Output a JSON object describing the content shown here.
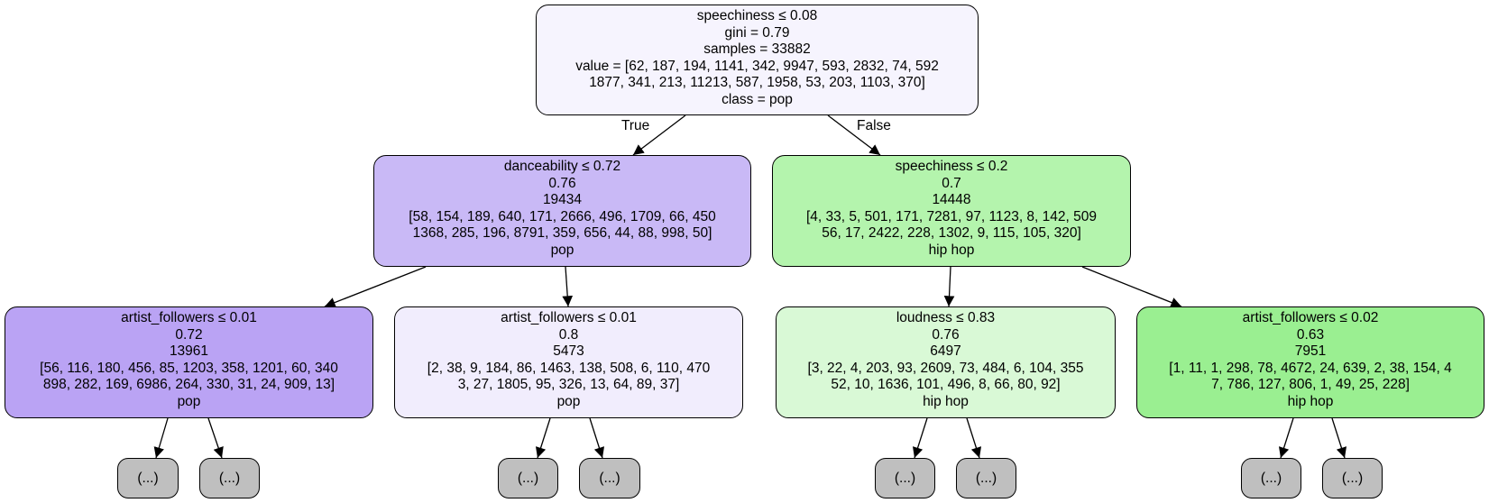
{
  "nodes": {
    "root": {
      "split": "speechiness ≤ 0.08",
      "gini": "gini = 0.79",
      "samples": "samples = 33882",
      "value1": "value = [62, 187, 194, 1141, 342, 9947, 593, 2832, 74, 592",
      "value2": "1877, 341, 213, 11213, 587, 1958, 53, 203, 1103, 370]",
      "cls": "class = pop",
      "color": "#f6f4fe"
    },
    "n1": {
      "split": "danceability ≤ 0.72",
      "gini": "0.76",
      "samples": "19434",
      "value1": "[58, 154, 189, 640, 171, 2666, 496, 1709, 66, 450",
      "value2": "1368, 285, 196, 8791, 359, 656, 44, 88, 998, 50]",
      "cls": "pop",
      "color": "#c9b9f6"
    },
    "n2": {
      "split": "speechiness ≤ 0.2",
      "gini": "0.7",
      "samples": "14448",
      "value1": "[4, 33, 5, 501, 171, 7281, 97, 1123, 8, 142, 509",
      "value2": "56, 17, 2422, 228, 1302, 9, 115, 105, 320]",
      "cls": "hip hop",
      "color": "#b4f4ad"
    },
    "n3": {
      "split": "artist_followers ≤ 0.01",
      "gini": "0.72",
      "samples": "13961",
      "value1": "[56, 116, 180, 456, 85, 1203, 358, 1201, 60, 340",
      "value2": "898, 282, 169, 6986, 264, 330, 31, 24, 909, 13]",
      "cls": "pop",
      "color": "#baa3f4"
    },
    "n4": {
      "split": "artist_followers ≤ 0.01",
      "gini": "0.8",
      "samples": "5473",
      "value1": "[2, 38, 9, 184, 86, 1463, 138, 508, 6, 110, 470",
      "value2": "3, 27, 1805, 95, 326, 13, 64, 89, 37]",
      "cls": "pop",
      "color": "#f1edfd"
    },
    "n5": {
      "split": "loudness ≤ 0.83",
      "gini": "0.76",
      "samples": "6497",
      "value1": "[3, 22, 4, 203, 93, 2609, 73, 484, 6, 104, 355",
      "value2": "52, 10, 1636, 101, 496, 8, 66, 80, 92]",
      "cls": "hip hop",
      "color": "#d9f9d6"
    },
    "n6": {
      "split": "artist_followers ≤ 0.02",
      "gini": "0.63",
      "samples": "7951",
      "value1": "[1, 11, 1, 298, 78, 4672, 24, 639, 2, 38, 154, 4",
      "value2": "7, 786, 127, 806, 1, 49, 25, 228]",
      "cls": "hip hop",
      "color": "#9aef91"
    }
  },
  "leaf_label": "(...)",
  "edge_labels": {
    "true": "True",
    "false": "False"
  }
}
